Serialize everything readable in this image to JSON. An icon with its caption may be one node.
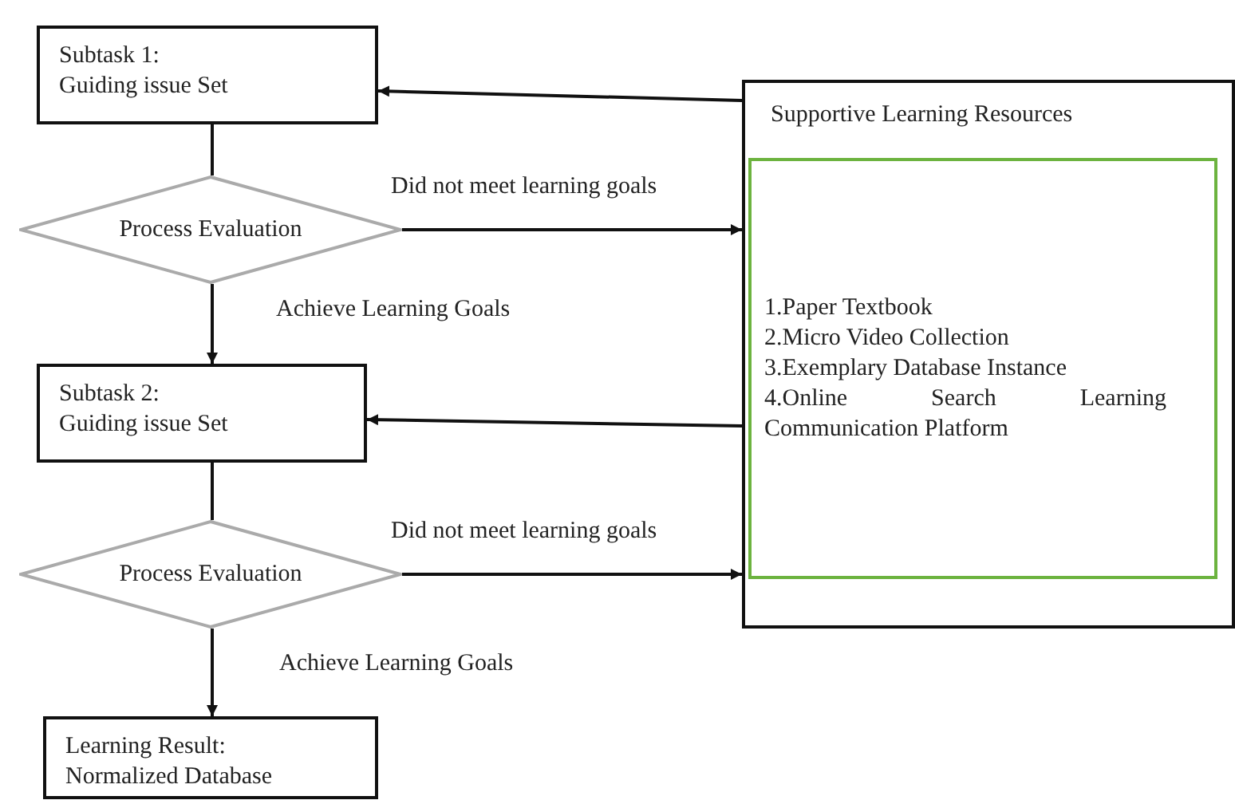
{
  "diagram": {
    "nodes": [
      {
        "text": [
          "Subtask 1:",
          "Guiding issue Set"
        ]
      },
      {
        "text": [
          "Process Evaluation"
        ]
      },
      {
        "text": [
          "Subtask 2:",
          "Guiding issue Set"
        ]
      },
      {
        "text": [
          "Process Evaluation"
        ]
      },
      {
        "text": [
          "Learning Result:",
          "Normalized Database"
        ]
      },
      {
        "text": [
          "Supportive Learning Resources"
        ]
      },
      {
        "text": [
          "1.Paper Textbook",
          "2.Micro Video Collection",
          "3.Exemplary Database Instance",
          "4.Online Search Learning Communication Platform"
        ],
        "in": 5
      }
    ],
    "edges": [
      {
        "from": 0,
        "to": 1,
        "arrow": "none"
      },
      {
        "from": 1,
        "to": 2,
        "arrow": "to",
        "label": "Achieve Learning Goals"
      },
      {
        "from": 1,
        "to": 5,
        "arrow": "to",
        "label": "Did not meet learning goals"
      },
      {
        "from": 5,
        "to": 0,
        "arrow": "to"
      },
      {
        "from": 2,
        "to": 3,
        "arrow": "none"
      },
      {
        "from": 3,
        "to": 4,
        "arrow": "to",
        "label": "Achieve Learning Goals"
      },
      {
        "from": 3,
        "to": 5,
        "arrow": "to",
        "label": "Did not meet learning goals"
      },
      {
        "from": 5,
        "to": 2,
        "arrow": "to"
      }
    ]
  }
}
